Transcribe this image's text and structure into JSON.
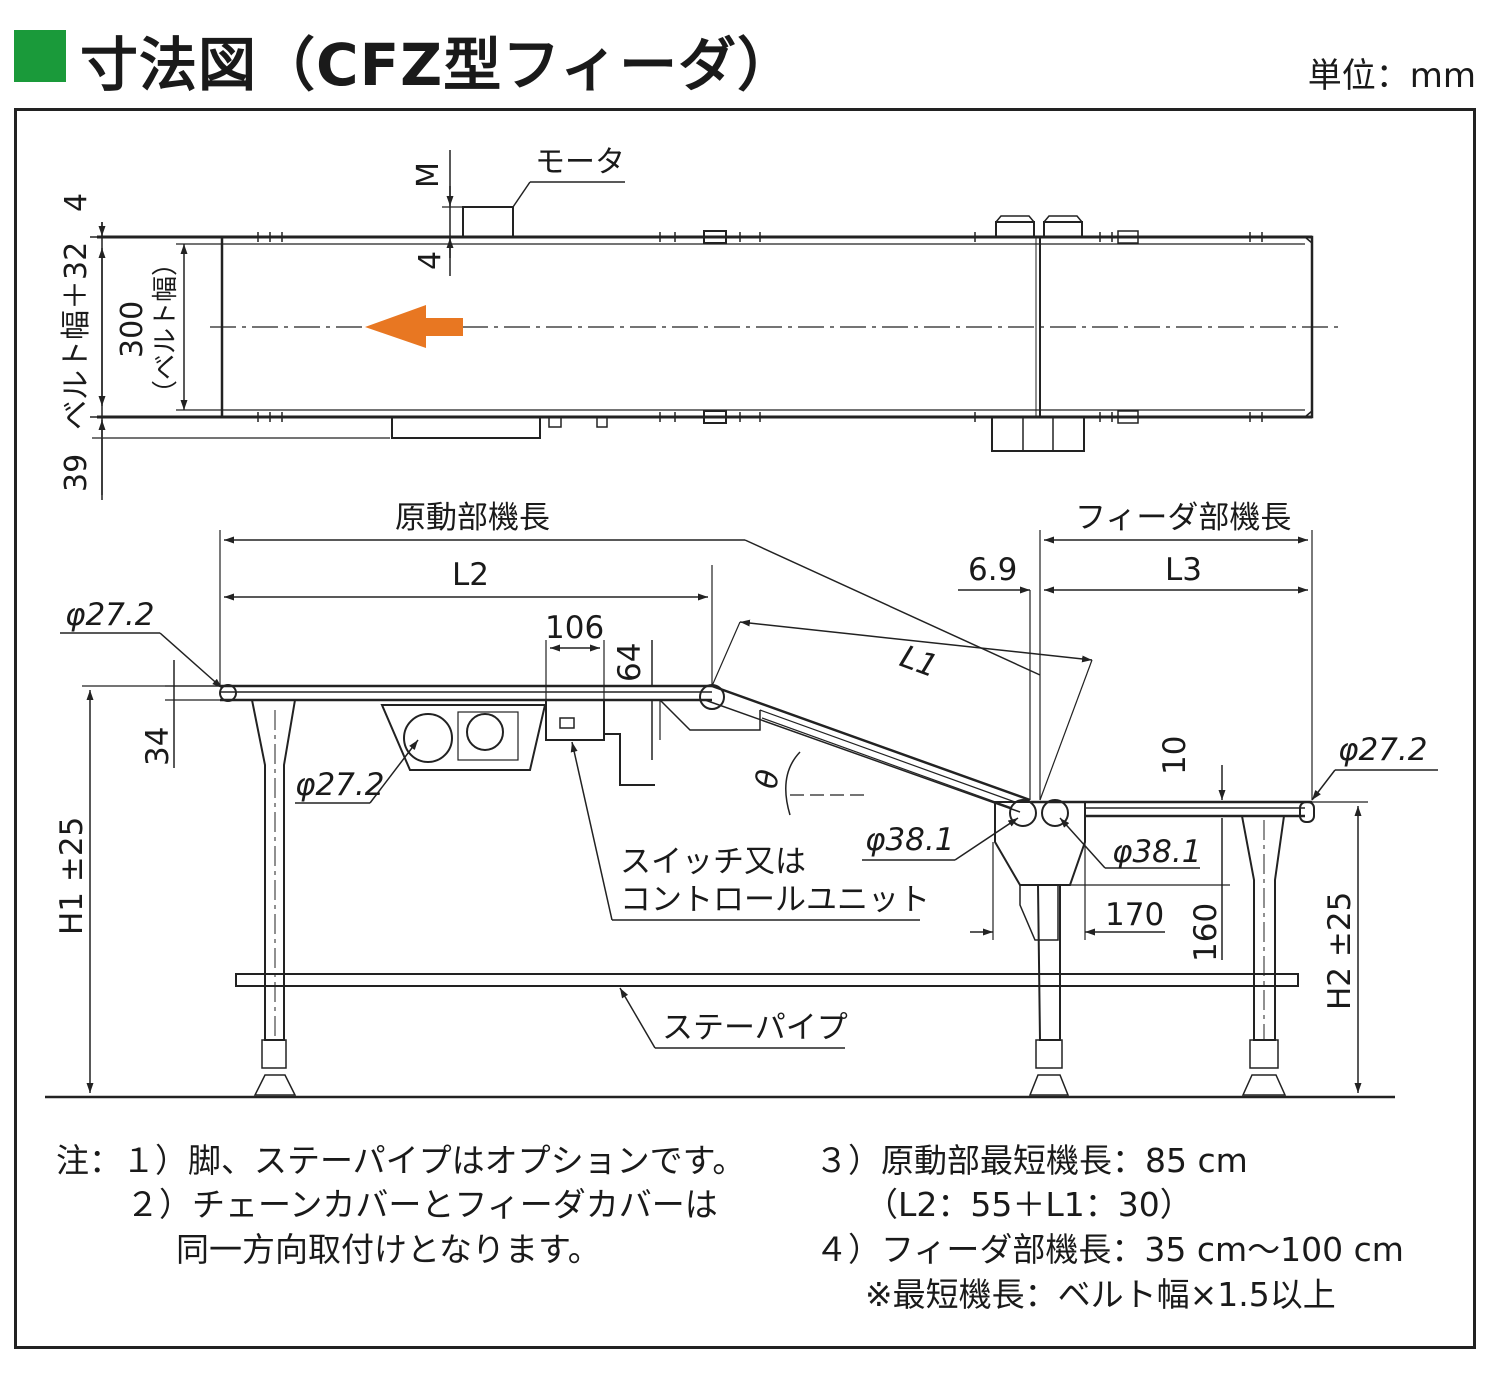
{
  "header": {
    "title": "寸法図（CFZ型フィーダ）",
    "unit": "単位：mm",
    "accent_color": "#1a9a3a"
  },
  "top_view": {
    "motor_label": "モータ",
    "dim_m": "M",
    "dim_4_top": "4",
    "dim_4_mid": "4",
    "belt_width_plus": "ベルト幅＋32",
    "belt_width_value": "300",
    "belt_width_note": "（ベルト幅）",
    "dim_39": "39",
    "flow_arrow_color": "#e87722"
  },
  "side_view": {
    "drive_length": "原動部機長",
    "feeder_length": "フィーダ部機長",
    "l2": "L2",
    "l3": "L3",
    "l1": "L1",
    "dim_69": "6.9",
    "dim_106": "106",
    "dim_64": "64",
    "dim_34": "34",
    "dim_10": "10",
    "dim_170": "170",
    "dim_160": "160",
    "phi_272_left": "φ27.2",
    "phi_272_roller": "φ27.2",
    "phi_272_right": "φ27.2",
    "phi_381_left": "φ38.1",
    "phi_381_right": "φ38.1",
    "theta": "θ",
    "switch_line1": "スイッチ又は",
    "switch_line2": "コントロールユニット",
    "stay_pipe": "ステーパイプ",
    "h1": "H1 ±25",
    "h2": "H2 ±25"
  },
  "notes": {
    "note1": "注：１）脚、ステーパイプはオプションです。",
    "note2": "２）チェーンカバーとフィーダカバーは",
    "note2b": "同一方向取付けとなります。",
    "note3": "３）原動部最短機長：85 cm",
    "note3b": "（L2：55＋L1：30）",
    "note4": "４）フィーダ部機長：35 cm～100 cm",
    "note4b": "※最短機長：ベルト幅×1.5以上"
  }
}
